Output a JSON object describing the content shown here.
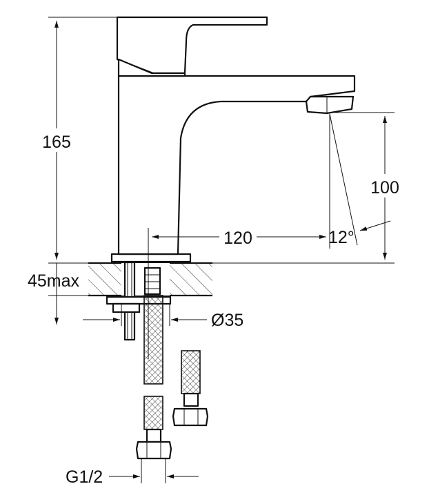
{
  "dimensions": {
    "height_total": "165",
    "spout_height": "100",
    "spout_reach": "120",
    "spout_angle": "12°",
    "max_counter_thickness": "45max",
    "hole_diameter": "Ø35",
    "connection_thread": "G1/2"
  },
  "colors": {
    "line": "#111111",
    "background": "#ffffff"
  }
}
